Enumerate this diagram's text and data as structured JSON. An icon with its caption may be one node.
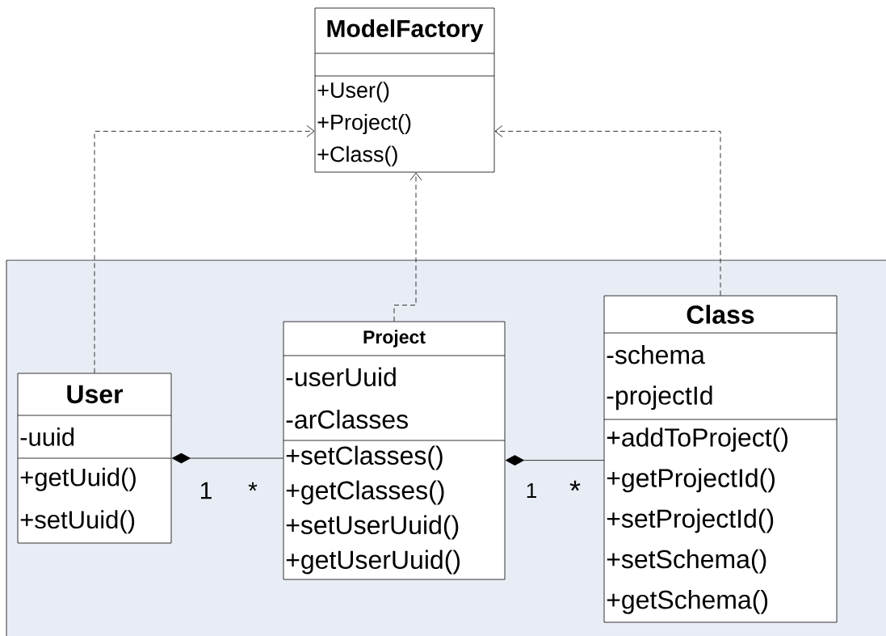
{
  "diagram": {
    "nodes": [
      {
        "text": [
          "ModelFactory",
          "+User()",
          "+Project()",
          "+Class()"
        ]
      },
      {
        "text": [],
        "shape": "box"
      },
      {
        "text": [
          "User",
          "-uuid",
          "+getUuid()",
          "+setUuid()"
        ],
        "in": 1
      },
      {
        "text": [
          "Project",
          "-userUuid",
          "-arClasses",
          "+setClasses()",
          "+getClasses()",
          "+setUserUuid()",
          "+getUserUuid()"
        ],
        "in": 1
      },
      {
        "text": [
          "Class",
          "-schema",
          "-projectId",
          "+addToProject()",
          "+getProjectId()",
          "+setProjectId()",
          "+setSchema()",
          "+getSchema()"
        ],
        "in": 1
      }
    ],
    "edges": [
      {
        "from": 2,
        "to": 0,
        "arrow": "to",
        "style": "dashed"
      },
      {
        "from": 3,
        "to": 0,
        "arrow": "to",
        "style": "dashed"
      },
      {
        "from": 4,
        "to": 0,
        "arrow": "to",
        "style": "dashed"
      },
      {
        "from": 2,
        "to": 3,
        "arrow": "other"
      },
      {
        "from": 3,
        "to": 4,
        "arrow": "other"
      }
    ],
    "labels": [
      "1",
      "*",
      "1",
      "*"
    ]
  }
}
